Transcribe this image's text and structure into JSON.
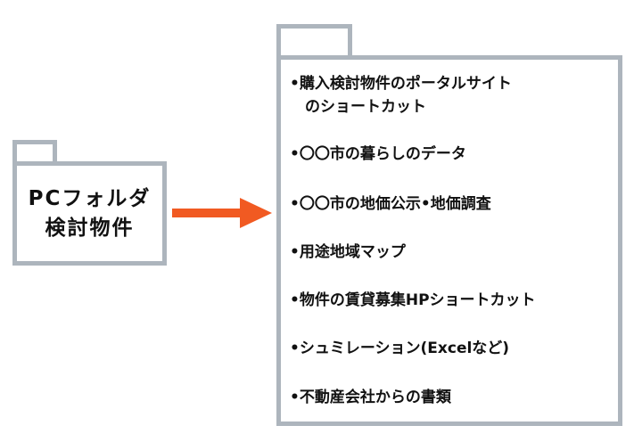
{
  "source_folder": {
    "line1": "PCフォルダ",
    "line2": "検討物件"
  },
  "contents": {
    "items": [
      {
        "line1": "•購入検討物件のポータルサイト",
        "line2": "　のショートカット"
      },
      {
        "line1": "•〇〇市の暮らしのデータ"
      },
      {
        "line1": "•〇〇市の地価公示•地価調査"
      },
      {
        "line1": "•用途地域マップ"
      },
      {
        "line1": "•物件の賃貸募集HPショートカット"
      },
      {
        "line1": "•シュミレーション(Excelなど)"
      },
      {
        "line1": "•不動産会社からの書類"
      }
    ]
  },
  "colors": {
    "arrow": "#f15a22",
    "folder_border": "#adb5bd"
  }
}
